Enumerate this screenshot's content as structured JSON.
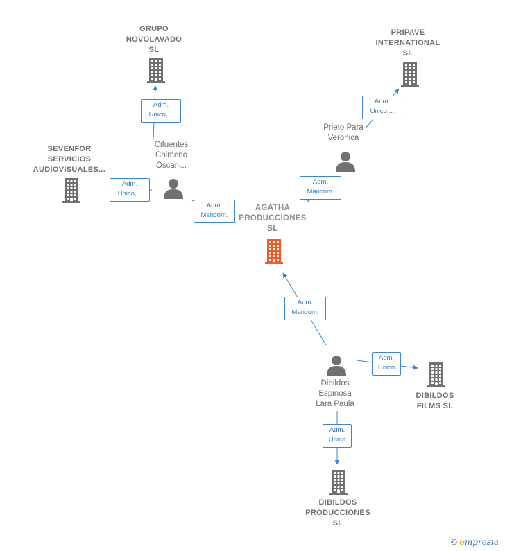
{
  "nodes": {
    "grupo": {
      "label": "GRUPO\nNOVOLAVADO\nSL",
      "type": "company"
    },
    "pripave": {
      "label": "PRIPAVE\nINTERNATIONAL\nSL",
      "type": "company"
    },
    "sevenfor": {
      "label": "SEVENFOR\nSERVICIOS\nAUDIOVISUALES...",
      "type": "company"
    },
    "agatha": {
      "label": "AGATHA\nPRODUCCIONES\nSL",
      "type": "company-main"
    },
    "dib_films": {
      "label": "DIBILDOS\nFILMS  SL",
      "type": "company"
    },
    "dib_prod": {
      "label": "DIBILDOS\nPRODUCCIONES\nSL",
      "type": "company"
    },
    "cifuentes": {
      "label": "Cifuentes\nChimeno\nOscar-...",
      "type": "person"
    },
    "prieto": {
      "label": "Prieto Para\nVeronica",
      "type": "person"
    },
    "dibildos_p": {
      "label": "Dibildos\nEspinosa\nLara Paula",
      "type": "person"
    }
  },
  "edges": [
    {
      "from": "cifuentes",
      "to": "grupo",
      "label": "Adm.\nUnico,..."
    },
    {
      "from": "cifuentes",
      "to": "sevenfor",
      "label": "Adm.\nUnico,..."
    },
    {
      "from": "cifuentes",
      "to": "agatha",
      "label": "Adm.\nMancom."
    },
    {
      "from": "prieto",
      "to": "pripave",
      "label": "Adm.\nUnico,..."
    },
    {
      "from": "prieto",
      "to": "agatha",
      "label": "Adm.\nMancom."
    },
    {
      "from": "dibildos_p",
      "to": "agatha",
      "label": "Adm.\nMancom."
    },
    {
      "from": "dibildos_p",
      "to": "dib_films",
      "label": "Adm.\nUnico"
    },
    {
      "from": "dibildos_p",
      "to": "dib_prod",
      "label": "Adm.\nUnico"
    }
  ],
  "colors": {
    "edge": "#3a86cf",
    "company": "#707070",
    "company_main": "#f05a28",
    "person": "#707070"
  },
  "icons": {
    "company": "building-icon",
    "person": "person-icon"
  },
  "footer": {
    "copyright": "©",
    "brand_e": "e",
    "brand_rest": "mpresia"
  }
}
